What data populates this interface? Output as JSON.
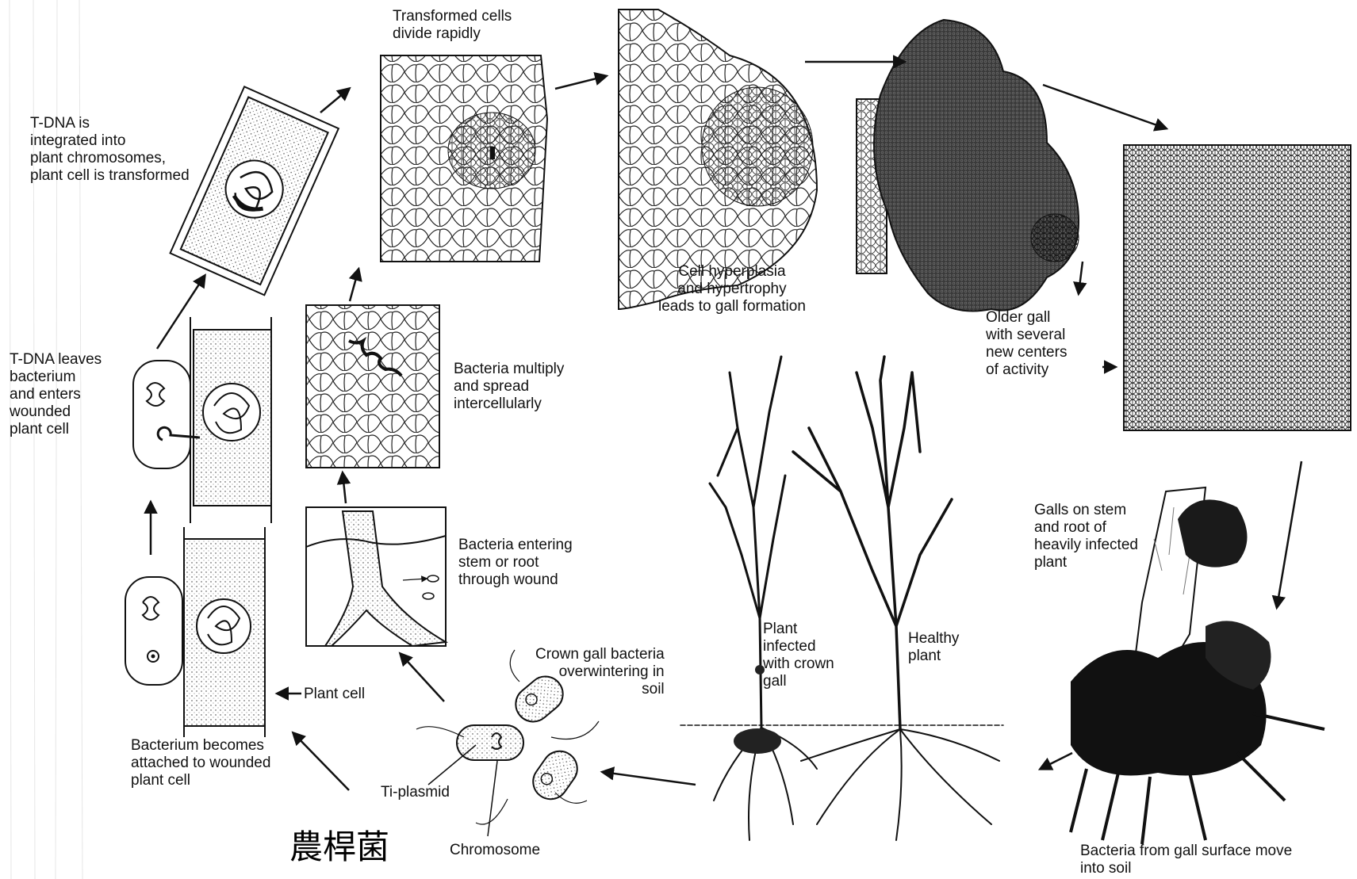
{
  "labels": {
    "transformed_divide": [
      "Transformed cells",
      "divide rapidly"
    ],
    "tdna_integrated": [
      "T-DNA is",
      "integrated into",
      "plant chromosomes,",
      "plant cell is transformed"
    ],
    "tdna_leaves": [
      "T-DNA leaves",
      "bacterium",
      "and enters",
      "wounded",
      "plant cell"
    ],
    "bacteria_multiply": [
      "Bacteria multiply",
      "and spread",
      "intercellularly"
    ],
    "bacteria_entering": [
      "Bacteria entering",
      "stem or root",
      "through wound"
    ],
    "hyperplasia": [
      "Cell hyperplasia",
      "and hypertrophy",
      "leads to gall formation"
    ],
    "older_gall": [
      "Older gall",
      "with several",
      "new centers",
      "of activity"
    ],
    "galls_on_stem": [
      "Galls on stem",
      "and root of",
      "heavily infected",
      "plant"
    ],
    "plant_infected": [
      "Plant",
      "infected",
      "with crown",
      "gall"
    ],
    "healthy_plant": [
      "Healthy",
      "plant"
    ],
    "crown_gall_overwintering": [
      "Crown gall bacteria",
      "overwintering in",
      "soil"
    ],
    "plant_cell": "Plant cell",
    "bacterium_attached": [
      "Bacterium becomes",
      "attached to wounded",
      "plant cell"
    ],
    "ti_plasmid": "Ti-plasmid",
    "chromosome": "Chromosome",
    "bacteria_from_gall": [
      "Bacteria from gall surface move",
      "into soil"
    ]
  },
  "caption_cjk": "農桿菌"
}
